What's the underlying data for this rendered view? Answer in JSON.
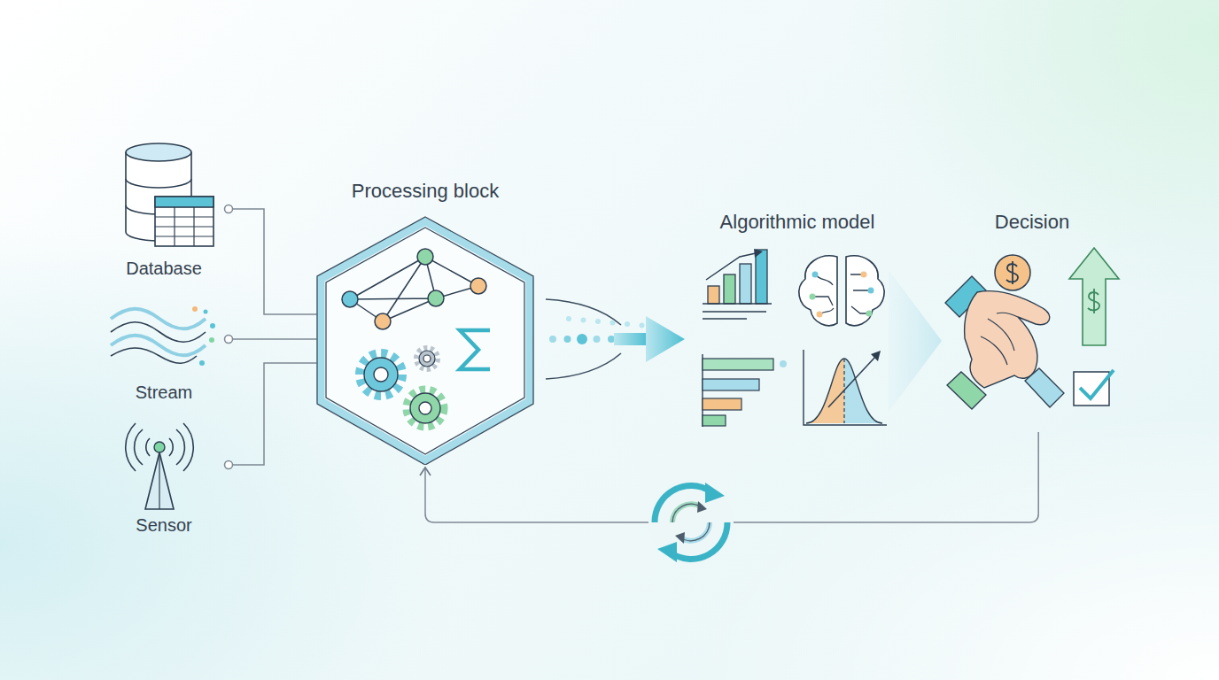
{
  "diagram": {
    "nodes": [
      {
        "text": [
          "Database"
        ]
      },
      {
        "text": [
          "Stream"
        ]
      },
      {
        "text": [
          "Sensor"
        ]
      },
      {
        "text": [
          "Processing block"
        ]
      },
      {
        "text": [
          "Algorithmic model"
        ]
      },
      {
        "text": [
          "Decision"
        ]
      }
    ],
    "edges": [
      {
        "from": 0,
        "to": 3,
        "arrow": "none"
      },
      {
        "from": 1,
        "to": 3,
        "arrow": "none"
      },
      {
        "from": 2,
        "to": 3,
        "arrow": "none"
      },
      {
        "from": 3,
        "to": 4,
        "arrow": "to"
      },
      {
        "from": 4,
        "to": 5,
        "arrow": "to"
      },
      {
        "from": 5,
        "to": 3,
        "arrow": "to"
      }
    ]
  }
}
